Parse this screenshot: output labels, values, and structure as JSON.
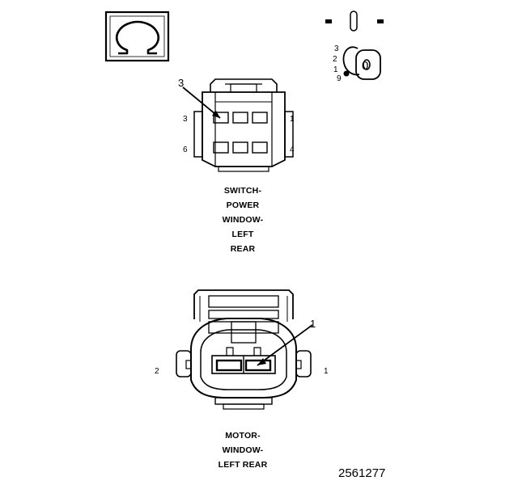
{
  "symbol": {
    "icon": "omega-icon"
  },
  "ignition": {
    "icon": "ignition-key-icon",
    "positions": [
      "3",
      "2",
      "1",
      "9"
    ],
    "key_label": "0"
  },
  "switch_connector": {
    "callout": "3",
    "pins": {
      "top_left": "3",
      "top_right": "1",
      "bottom_left": "6",
      "bottom_right": "4"
    },
    "caption": [
      "SWITCH-",
      "POWER",
      "WINDOW-",
      "LEFT",
      "REAR"
    ]
  },
  "motor_connector": {
    "callout": "1",
    "pins": {
      "left": "2",
      "right": "1"
    },
    "caption": [
      "MOTOR-",
      "WINDOW-",
      "LEFT REAR"
    ]
  },
  "figure_number": "2561277"
}
